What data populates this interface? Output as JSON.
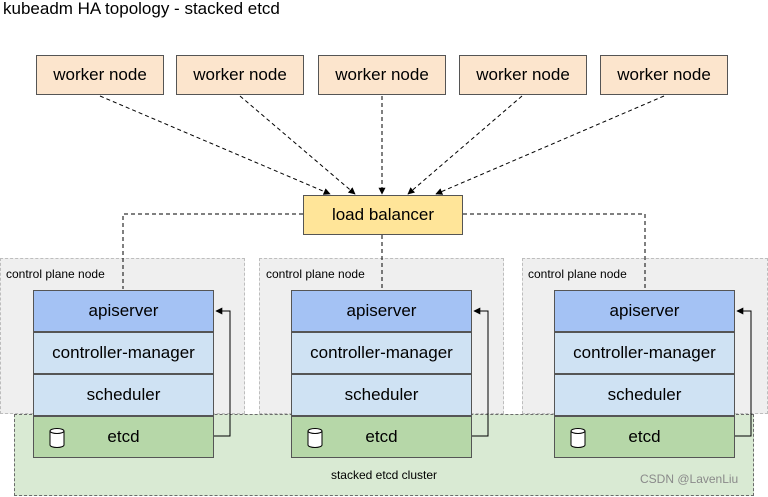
{
  "title": "kubeadm HA topology - stacked etcd",
  "worker_nodes": [
    {
      "label": "worker node"
    },
    {
      "label": "worker node"
    },
    {
      "label": "worker node"
    },
    {
      "label": "worker node"
    },
    {
      "label": "worker node"
    }
  ],
  "load_balancer": {
    "label": "load balancer"
  },
  "control_plane_nodes": [
    {
      "label": "control plane node",
      "components": {
        "apiserver": "apiserver",
        "controller": "controller-manager",
        "scheduler": "scheduler",
        "etcd": "etcd"
      }
    },
    {
      "label": "control plane node",
      "components": {
        "apiserver": "apiserver",
        "controller": "controller-manager",
        "scheduler": "scheduler",
        "etcd": "etcd"
      }
    },
    {
      "label": "control plane node",
      "components": {
        "apiserver": "apiserver",
        "controller": "controller-manager",
        "scheduler": "scheduler",
        "etcd": "etcd"
      }
    }
  ],
  "etcd_cluster": {
    "label": "stacked etcd cluster"
  },
  "watermark": "CSDN @LavenLiu",
  "colors": {
    "worker": "#fce5cd",
    "load_balancer": "#ffe599",
    "apiserver": "#a4c2f4",
    "controller_scheduler": "#cfe2f3",
    "etcd": "#b6d7a8",
    "control_plane_bg": "#efefef",
    "etcd_cluster_bg": "#d9ead3"
  },
  "icons": {
    "etcd": "database-icon"
  }
}
